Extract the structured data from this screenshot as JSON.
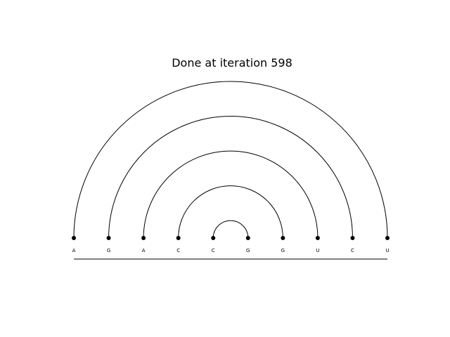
{
  "title": "Done at iteration 598",
  "sequence": [
    "A",
    "G",
    "A",
    "C",
    "C",
    "G",
    "G",
    "U",
    "C",
    "U"
  ],
  "pairs": [
    [
      0,
      9
    ],
    [
      1,
      8
    ],
    [
      2,
      7
    ],
    [
      3,
      6
    ],
    [
      4,
      5
    ]
  ],
  "colors": {
    "background": "#ffffff",
    "stroke": "#000000"
  }
}
